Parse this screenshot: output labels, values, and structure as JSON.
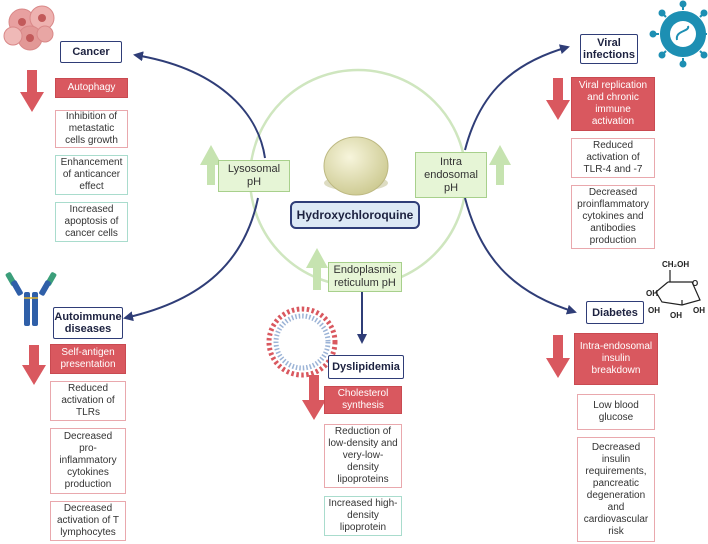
{
  "center": {
    "title": "Hydroxychloroquine"
  },
  "ph": {
    "lysosomal": "Lysosomal pH",
    "intra_endosomal": "Intra endosomal pH",
    "endoplasmic": "Endoplasmic reticulum pH"
  },
  "cancer": {
    "title": "Cancer",
    "decreased": "Autophagy",
    "effects": [
      "Inhibition of metastatic cells growth",
      "Enhancement of anticancer effect",
      "Increased apoptosis of cancer cells"
    ]
  },
  "viral": {
    "title": "Viral infections",
    "decreased": "Viral replication and chronic immune activation",
    "effects": [
      "Reduced activation of TLR-4 and -7",
      "Decreased proinflammatory cytokines and antibodies production"
    ]
  },
  "autoimmune": {
    "title": "Autoimmune diseases",
    "decreased": "Self-antigen presentation",
    "effects": [
      "Reduced activation of TLRs",
      "Decreased pro-inflammatory cytokines production",
      "Decreased activation of T lymphocytes"
    ]
  },
  "dyslipidemia": {
    "title": "Dyslipidemia",
    "decreased": "Cholesterol synthesis",
    "effects": [
      "Reduction of low-density and very-low-density lipoproteins",
      "Increased high-density lipoprotein"
    ]
  },
  "diabetes": {
    "title": "Diabetes",
    "decreased": "Intra-endosomal insulin breakdown",
    "effects": [
      "Low blood glucose",
      "Decreased insulin requirements, pancreatic degeneration and cardiovascular risk"
    ]
  },
  "glucose": {
    "ch2oh": "CH₂OH",
    "oh": "OH"
  },
  "colors": {
    "navy": "#2f3d77",
    "red": "#d9585f",
    "green": "#a8d08c",
    "circle": "#cfe6bf"
  },
  "icons": [
    "cancer-cells-icon",
    "virus-icon",
    "antibody-icon",
    "lipoprotein-icon",
    "glucose-structure-icon",
    "hcq-pill-icon",
    "red-down-arrow-icon",
    "green-up-arrow-icon"
  ]
}
